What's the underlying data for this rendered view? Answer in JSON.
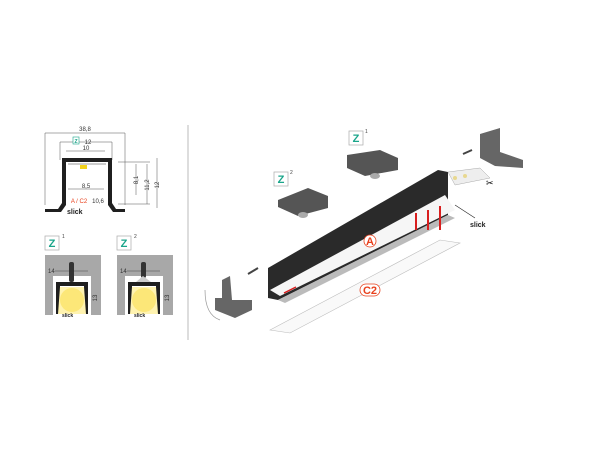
{
  "cross_section": {
    "width_total": "38,8",
    "z_width": "12",
    "z_label": "Z",
    "inner_top": "10",
    "inner_bottom": "8,5",
    "cover_label": "A / C2",
    "cover_width": "10,6",
    "height_inner": "8,1",
    "height_mid": "11,2",
    "height_total": "12",
    "slick": "slick"
  },
  "mount_views": [
    {
      "z_label": "Z",
      "sup": "1",
      "width": "14",
      "height": "13",
      "slick": "slick"
    },
    {
      "z_label": "Z",
      "sup": "2",
      "width": "14",
      "height": "13",
      "slick": "slick"
    }
  ],
  "exploded": {
    "clip1": {
      "z_label": "Z",
      "sup": "1"
    },
    "clip2": {
      "z_label": "Z",
      "sup": "2"
    },
    "profile_label": "A",
    "cover_label": "C2",
    "slick": "slick"
  },
  "colors": {
    "accent_red": "#e8401c",
    "z_green": "#1aa58a",
    "profile": "#2b2b2b",
    "wall": "#a8a8a8"
  }
}
